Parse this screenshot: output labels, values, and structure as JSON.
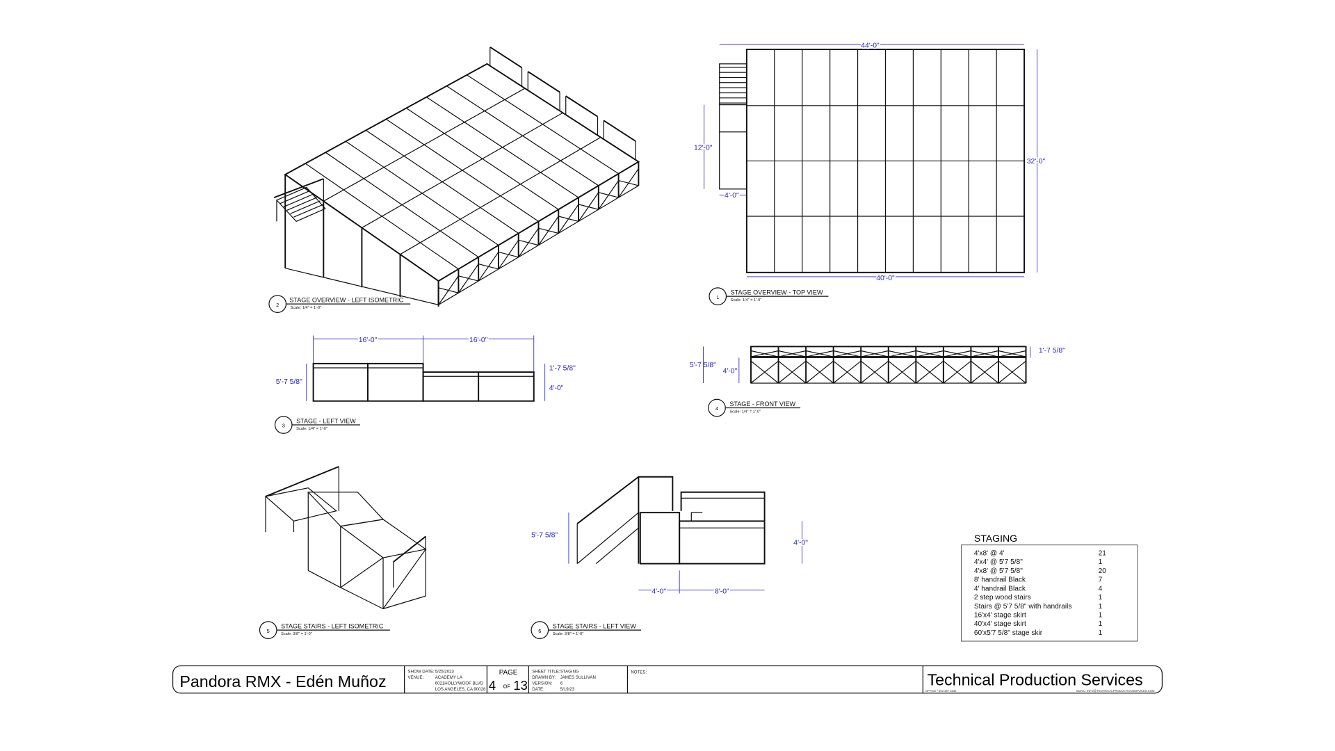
{
  "views": [
    {
      "number": "2",
      "title": "STAGE OVERVIEW - LEFT ISOMETRIC",
      "scale": "Scale: 1/4\" = 1'-0\""
    },
    {
      "number": "1",
      "title": "STAGE OVERVIEW - TOP VIEW",
      "scale": "Scale: 1/4\" = 1'-0\""
    },
    {
      "number": "3",
      "title": "STAGE - LEFT VIEW",
      "scale": "Scale: 1/4\" = 1'-0\""
    },
    {
      "number": "4",
      "title": "STAGE - FRONT VIEW",
      "scale": "Scale: 1/4\" = 1'-0\""
    },
    {
      "number": "5",
      "title": "STAGE STAIRS - LEFT ISOMETRIC",
      "scale": "Scale: 3/8\" = 1'-0\""
    },
    {
      "number": "6",
      "title": "STAGE STAIRS - LEFT VIEW",
      "scale": "Scale: 3/8\" = 1'-0\""
    }
  ],
  "dimensions": {
    "top_width": "44'-0\"",
    "bottom_width": "40'-0\"",
    "depth": "32'-0\"",
    "stair_length": "12'-0\"",
    "stair_width": "4'-0\"",
    "left_upper": "16'-0\"",
    "left_lower": "16'-0\"",
    "left_height": "5'-7 5/8\"",
    "left_step": "1'-7 5/8\"",
    "left_low_height": "4'-0\"",
    "front_height": "5'-7 5/8\"",
    "front_low_height": "4'-0\"",
    "front_step": "1'-7 5/8\"",
    "stairs_height": "5'-7 5/8\"",
    "stairs_low_height": "4'-0\"",
    "stairs_width_a": "4'-0\"",
    "stairs_width_b": "8'-0\""
  },
  "staging": {
    "title": "STAGING",
    "items": [
      {
        "item": "4'x8' @ 4'",
        "qty": "21"
      },
      {
        "item": "4'x4' @ 5'7 5/8\"",
        "qty": "1"
      },
      {
        "item": "4'x8' @ 5'7 5/8\"",
        "qty": "20"
      },
      {
        "item": "8' handrail Black",
        "qty": "7"
      },
      {
        "item": "4' handrail Black",
        "qty": "4"
      },
      {
        "item": "2 step wood stairs",
        "qty": "1"
      },
      {
        "item": "Stairs @ 5'7 5/8\" with handrails",
        "qty": "1"
      },
      {
        "item": "16'x4' stage skirt",
        "qty": "1"
      },
      {
        "item": "40'x4' stage skirt",
        "qty": "1"
      },
      {
        "item": "60'x5'7 5/8\" stage skir",
        "qty": "1"
      }
    ]
  },
  "title_block": {
    "project": "Pandora RMX - Edén Muñoz",
    "show_date_label": "SHOW DATE:",
    "show_date": "5/25/2023",
    "venue_label": "VENUE:",
    "venue_lines": [
      "ACADEMY LA",
      "6021HOLLYWOOF BLVD",
      "LOS ANGELES, CA 90028"
    ],
    "page_label": "PAGE",
    "page": "4",
    "of_label": "OF",
    "total_pages": "13",
    "sheet_title_label": "SHEET TITLE:",
    "sheet_title": "STAGING",
    "drawn_by_label": "DRAWN BY:",
    "drawn_by": "JAMES SULLIVAN",
    "version_label": "VERSION:",
    "version": "6",
    "date_label": "DATE:",
    "date": "5/19/23",
    "notes_label": "NOTES:",
    "company": "Technical Production Services",
    "office": "OFFICE • 503 387 3132",
    "email": "EMAIL: INFO@TECHNICALPRODUCTIONSERVICES.COM"
  },
  "colors": {
    "dimension": "#2323d6",
    "lines": "#111111"
  }
}
